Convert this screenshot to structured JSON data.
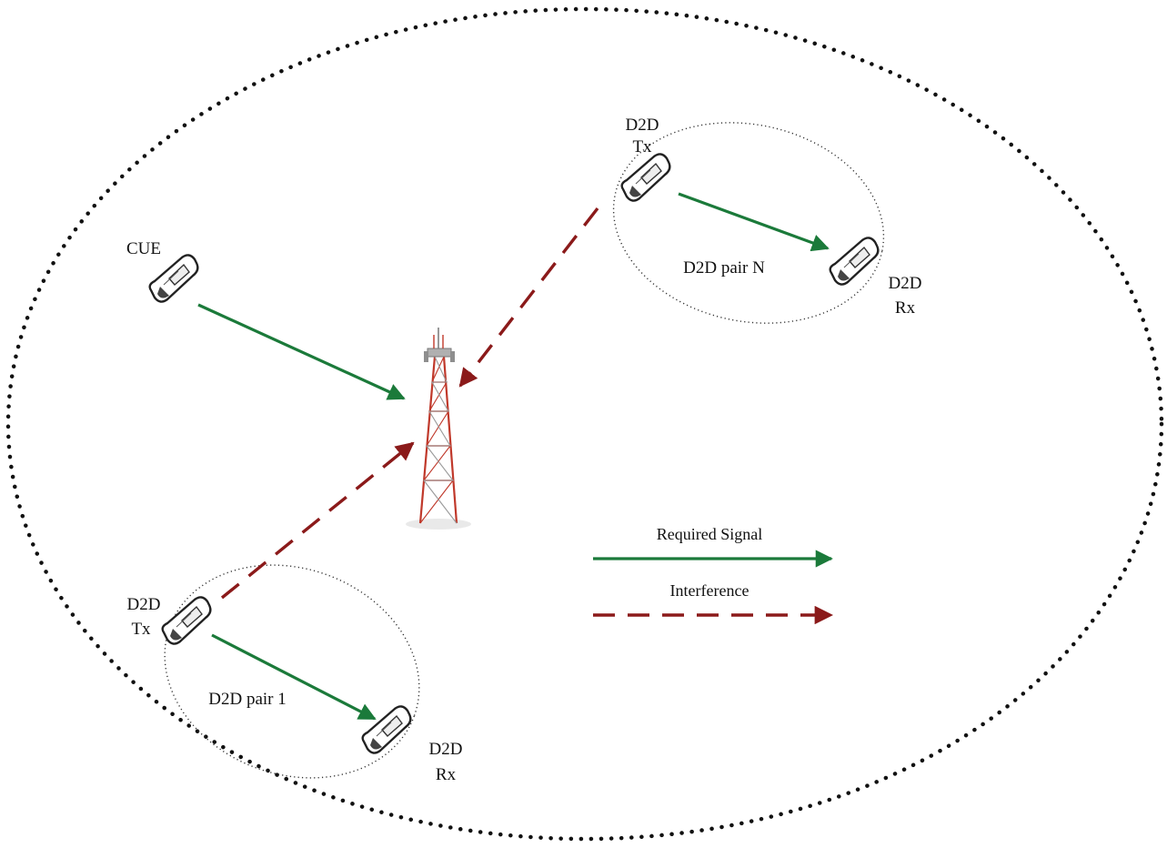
{
  "colors": {
    "signal": "#1b7a3a",
    "interference": "#8b1a1a",
    "tower": "#c0392b",
    "boundary": "#111111"
  },
  "labels": {
    "cue": "CUE",
    "pair_n_tx_line1": "D2D",
    "pair_n_tx_line2": "Tx",
    "pair_n_rx_line1": "D2D",
    "pair_n_rx_line2": "Rx",
    "pair_n_name": "D2D pair N",
    "pair_1_tx_line1": "D2D",
    "pair_1_tx_line2": "Tx",
    "pair_1_rx_line1": "D2D",
    "pair_1_rx_line2": "Rx",
    "pair_1_name": "D2D pair 1"
  },
  "legend": {
    "signal_label": "Required Signal",
    "interference_label": "Interference"
  },
  "icons": {
    "device": "mobile-phone-icon",
    "base_station": "cell-tower-icon"
  }
}
